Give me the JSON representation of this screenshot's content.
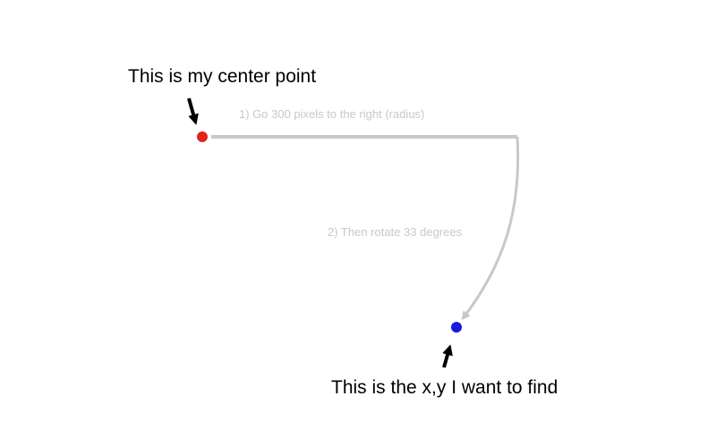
{
  "labels": {
    "center_point": "This is my center point",
    "target_point": "This is the x,y I want to find",
    "step_1": "1)  Go 300 pixels to the right (radius)",
    "step_2": "2) Then rotate 33 degrees"
  },
  "colors": {
    "center_point": "#e0241b",
    "target_point": "#1a1adb",
    "path": "#c8c8c8",
    "pointer_arrow": "#000000",
    "text": "#000000",
    "step_text": "#c8c8c8"
  },
  "geometry_values": {
    "radius_pixels": 300,
    "rotation_degrees": 33
  }
}
